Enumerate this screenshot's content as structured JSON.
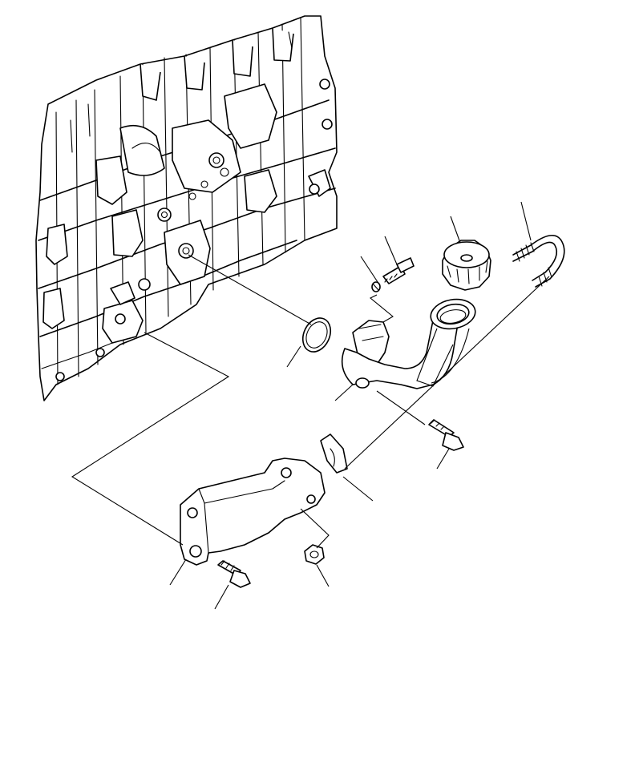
{
  "figure": {
    "background": "#ffffff",
    "ink": "#000000",
    "parts": [
      "engine-block",
      "o-ring",
      "level-sensor-switch",
      "clip",
      "oil-filler-cap",
      "breather-hose",
      "oil-filler-tube",
      "flange-bolt",
      "tube-clamp",
      "support-bracket",
      "bracket-bolt",
      "flange-nut"
    ]
  }
}
